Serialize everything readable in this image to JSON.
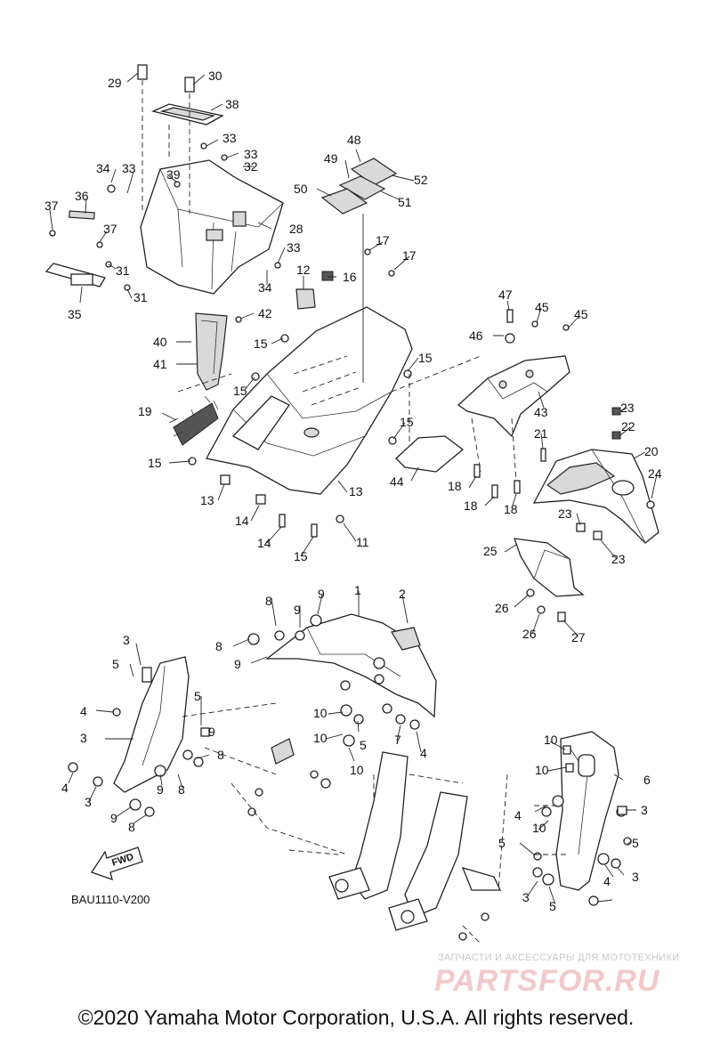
{
  "diagram": {
    "code": "BAU1110-V200",
    "fwd_label": "FWD",
    "watermark_line1": "ЗАПЧАСТИ И АКСЕССУАРЫ ДЛЯ МОТОТЕХНИКИ",
    "watermark_line2": "PARTSFOR.RU",
    "copyright": "©2020 Yamaha Motor Corporation, U.S.A. All rights reserved.",
    "callouts": [
      "29",
      "30",
      "38",
      "33",
      "33",
      "32",
      "39",
      "34",
      "33",
      "37",
      "36",
      "37",
      "28",
      "31",
      "31",
      "35",
      "33",
      "34",
      "12",
      "16",
      "17",
      "17",
      "48",
      "49",
      "52",
      "50",
      "51",
      "42",
      "40",
      "41",
      "15",
      "15",
      "15",
      "19",
      "15",
      "15",
      "13",
      "13",
      "14",
      "14",
      "15",
      "11",
      "44",
      "47",
      "45",
      "45",
      "46",
      "43",
      "18",
      "18",
      "18",
      "23",
      "22",
      "21",
      "20",
      "24",
      "23",
      "23",
      "25",
      "26",
      "26",
      "27",
      "1",
      "2",
      "8",
      "9",
      "9",
      "8",
      "9",
      "10",
      "10",
      "10",
      "5",
      "7",
      "4",
      "3",
      "5",
      "5",
      "4",
      "3",
      "4",
      "3",
      "9",
      "8",
      "9",
      "8",
      "9",
      "8",
      "10",
      "10",
      "6",
      "3",
      "4",
      "10",
      "5",
      "5",
      "3",
      "4",
      "3",
      "5"
    ]
  }
}
